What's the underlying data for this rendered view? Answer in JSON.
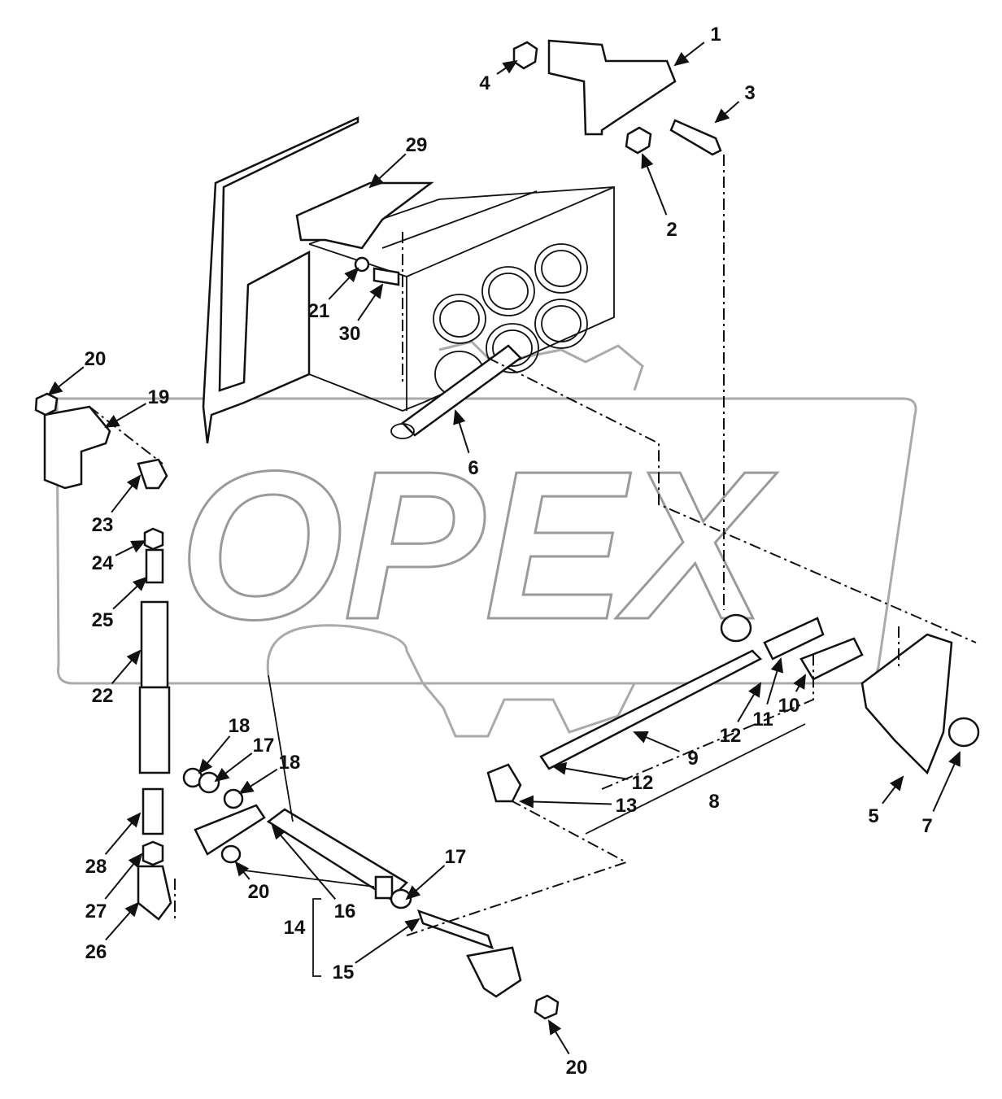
{
  "watermark": "OPEX",
  "callouts": [
    "1",
    "4",
    "3",
    "2",
    "29",
    "21",
    "30",
    "20",
    "19",
    "6",
    "23",
    "24",
    "25",
    "22",
    "18",
    "17",
    "18",
    "28",
    "27",
    "26",
    "20",
    "16",
    "14",
    "15",
    "17",
    "20",
    "12",
    "11",
    "10",
    "9",
    "12",
    "13",
    "8",
    "5",
    "7"
  ],
  "colors": {
    "line": "#111111",
    "watermark": "#9a9a9a"
  }
}
